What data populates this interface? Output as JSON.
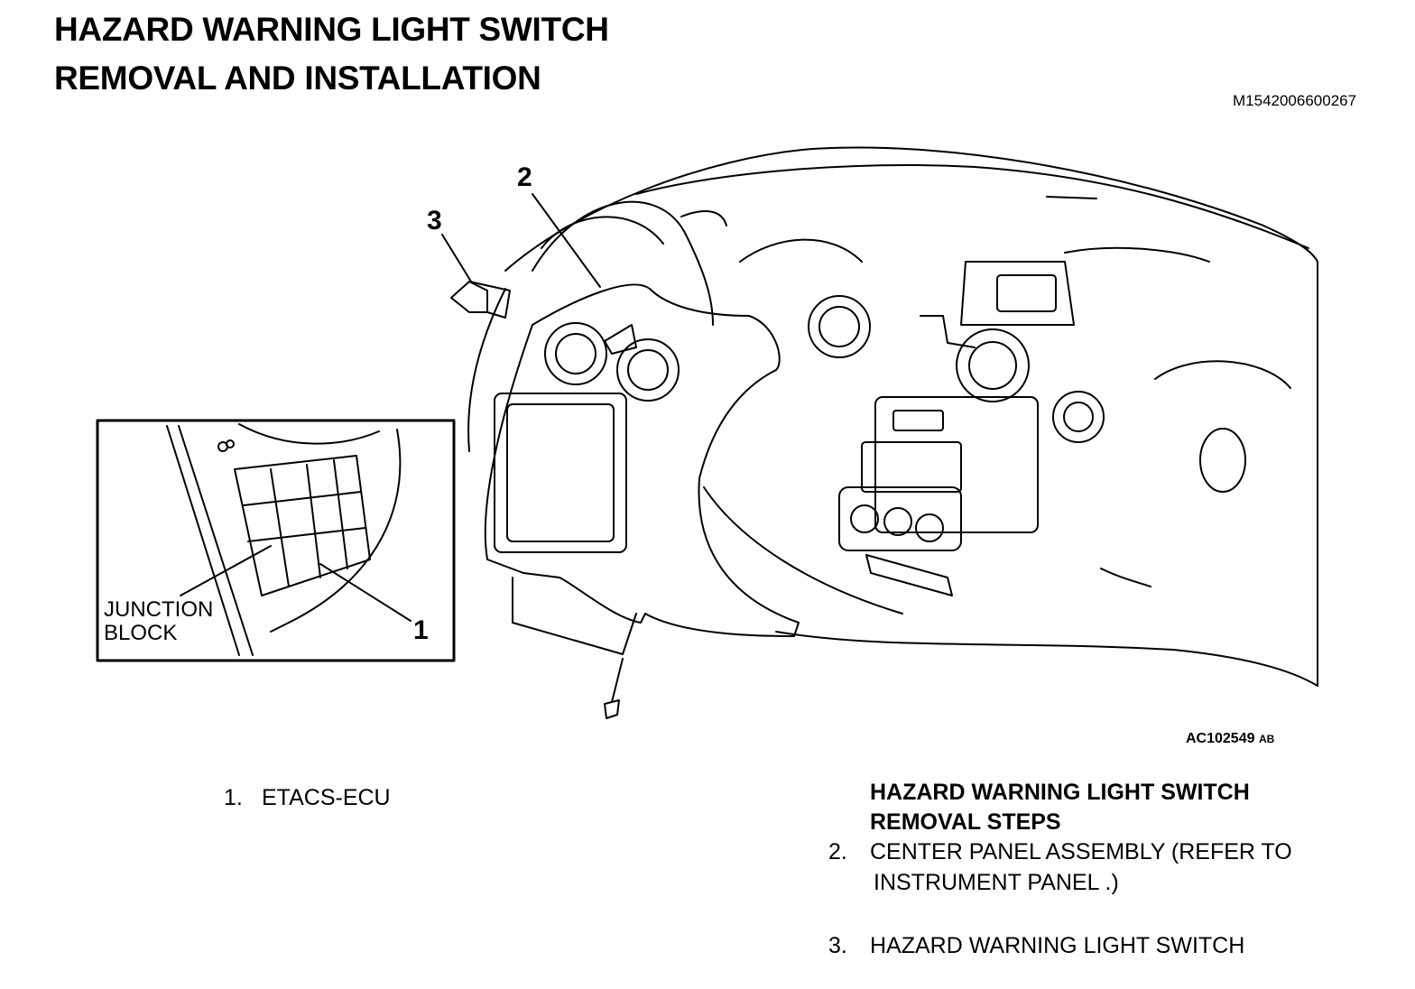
{
  "header": {
    "title": "HAZARD WARNING LIGHT SWITCH",
    "subtitle": "REMOVAL AND INSTALLATION",
    "doc_id": "M1542006600267"
  },
  "figure": {
    "id": "AC102549",
    "id_suffix": "AB",
    "callouts": {
      "one": "1",
      "two": "2",
      "three": "3"
    },
    "inset": {
      "label_line1": "JUNCTION",
      "label_line2": "BLOCK"
    }
  },
  "legend": {
    "num": "1.",
    "text": "ETACS-ECU"
  },
  "steps": {
    "heading_line1": "HAZARD WARNING LIGHT SWITCH",
    "heading_line2": "REMOVAL STEPS",
    "items": [
      {
        "num": "2.",
        "line1": "CENTER PANEL ASSEMBLY (REFER TO",
        "line2": "INSTRUMENT PANEL .)"
      },
      {
        "num": "3.",
        "line1": "HAZARD WARNING LIGHT SWITCH"
      }
    ]
  }
}
